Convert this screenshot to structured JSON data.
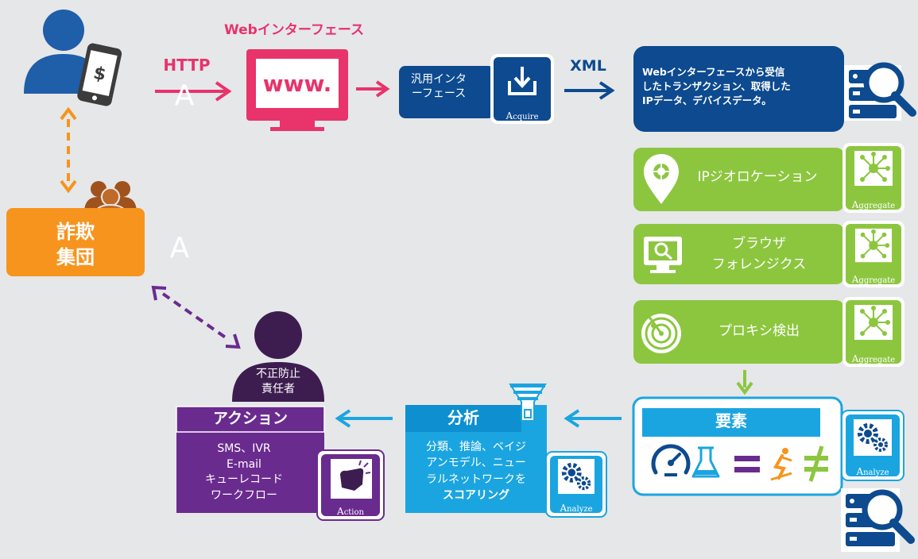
{
  "colors": {
    "background": "#e6e7e9",
    "navy": "#0d4a8f",
    "blue_person": "#1f5ea8",
    "pink": "#e8336b",
    "orange": "#f7941d",
    "brown": "#a0521d",
    "green": "#8cc63f",
    "sky": "#1ba5e0",
    "purple": "#6a2b8f",
    "dark_purple": "#3d1d4f"
  },
  "top_flow": {
    "web_interface_title": "Webインターフェース",
    "http_label": "HTTP",
    "www_text": "www.",
    "generic_interface_line1": "汎用インタ",
    "generic_interface_line2": "ーフェース",
    "acquire_badge": {
      "initial": "A",
      "rest": "cquire"
    },
    "xml_label": "XML",
    "data_box_line1": "Webインターフェースから受信",
    "data_box_line2": "したトランザクション、取得した",
    "data_box_line3": "IPデータ、デバイスデータ。"
  },
  "fraud_group": {
    "line1": "詐欺",
    "line2": "集団"
  },
  "stray_letters": {
    "a1": "A",
    "a2": "A"
  },
  "modules": [
    {
      "name": "ip-geolocation",
      "line1": "IPジオロケーション",
      "line2": "",
      "badge_initial": "A",
      "badge_rest": "ggregate"
    },
    {
      "name": "browser-forensics",
      "line1": "ブラウザ",
      "line2": "フォレンジクス",
      "badge_initial": "A",
      "badge_rest": "ggregate"
    },
    {
      "name": "proxy-detection",
      "line1": "プロキシ検出",
      "line2": "",
      "badge_initial": "A",
      "badge_rest": "ggregate"
    }
  ],
  "elements_box": {
    "title": "要素",
    "badge_initial": "A",
    "badge_rest": "nalyze"
  },
  "analysis_box": {
    "title": "分析",
    "line1": "分類、推論、ベイジ",
    "line2": "アンモデル、ニュー",
    "line3": "ラルネットワークを",
    "line4": "スコアリング",
    "badge_initial": "A",
    "badge_rest": "nalyze"
  },
  "action_box": {
    "title": "アクション",
    "items": [
      "SMS、IVR",
      "E-mail",
      "キューレコード",
      "ワークフロー"
    ],
    "badge_initial": "A",
    "badge_rest": "ction"
  },
  "officer": {
    "line1": "不正防止",
    "line2": "責任者"
  },
  "icons": [
    "customer-person-icon",
    "phone-dollar-icon",
    "monitor-icon",
    "download-icon",
    "server-search-icon",
    "network-node-icon",
    "location-pin-icon",
    "magnifier-screen-icon",
    "radar-icon",
    "gear-icon",
    "funnel-icon",
    "fist-icon",
    "speedometer-icon",
    "flask-icon",
    "equals-icon",
    "skier-icon",
    "not-equal-icon",
    "group-people-icon"
  ]
}
